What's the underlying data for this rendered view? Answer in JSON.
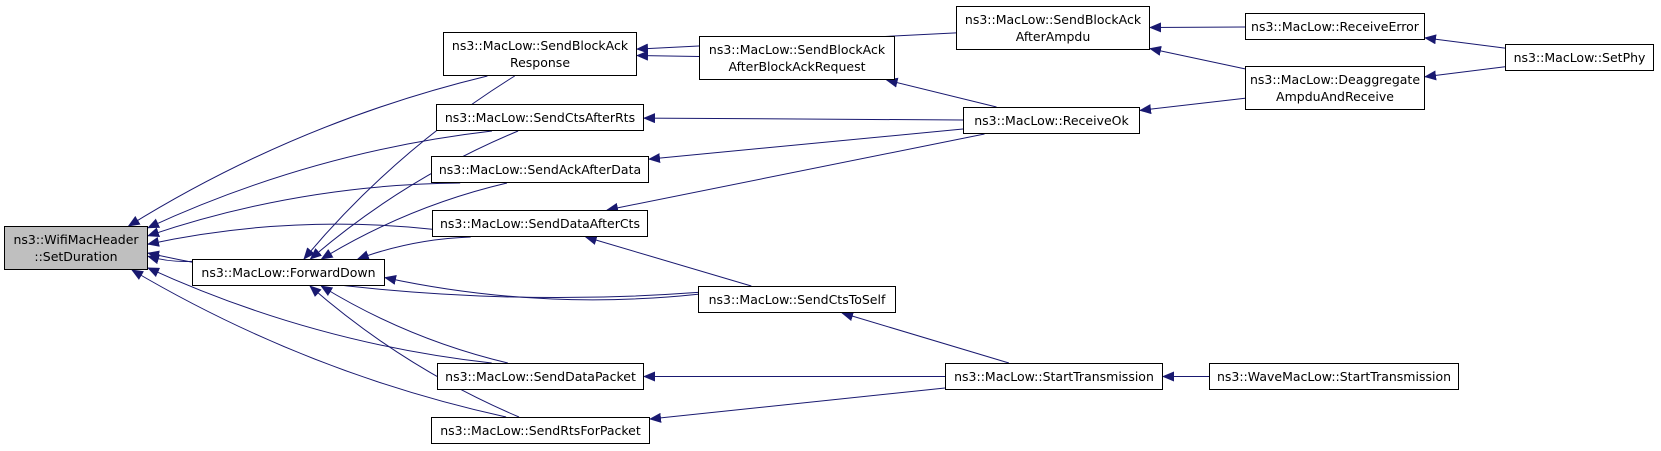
{
  "diagram": {
    "edge_color": "#191970",
    "root_fill": "#bfbfbf",
    "nodes": [
      {
        "id": "setduration",
        "label": "ns3::WifiMacHeader\n::SetDuration",
        "root": true
      },
      {
        "id": "forwarddown",
        "label": "ns3::MacLow::ForwardDown"
      },
      {
        "id": "sendblockackresponse",
        "label": "ns3::MacLow::SendBlockAck\nResponse"
      },
      {
        "id": "sendctsafterrts",
        "label": "ns3::MacLow::SendCtsAfterRts"
      },
      {
        "id": "sendackafterdata",
        "label": "ns3::MacLow::SendAckAfterData"
      },
      {
        "id": "senddataaftercts",
        "label": "ns3::MacLow::SendDataAfterCts"
      },
      {
        "id": "senddatapacket",
        "label": "ns3::MacLow::SendDataPacket"
      },
      {
        "id": "sendrtsforpacket",
        "label": "ns3::MacLow::SendRtsForPacket"
      },
      {
        "id": "sendblockackafterbar",
        "label": "ns3::MacLow::SendBlockAck\nAfterBlockAckRequest"
      },
      {
        "id": "sendctstoself",
        "label": "ns3::MacLow::SendCtsToSelf"
      },
      {
        "id": "sendblockackafterampdu",
        "label": "ns3::MacLow::SendBlockAck\nAfterAmpdu"
      },
      {
        "id": "receiveok",
        "label": "ns3::MacLow::ReceiveOk"
      },
      {
        "id": "starttransmission",
        "label": "ns3::MacLow::StartTransmission"
      },
      {
        "id": "receiveerror",
        "label": "ns3::MacLow::ReceiveError"
      },
      {
        "id": "deaggregate",
        "label": "ns3::MacLow::Deaggregate\nAmpduAndReceive"
      },
      {
        "id": "wavestarttransmission",
        "label": "ns3::WaveMacLow::StartTransmission"
      },
      {
        "id": "setphy",
        "label": "ns3::MacLow::SetPhy"
      }
    ],
    "edges": [
      {
        "from": "forwarddown",
        "to": "setduration"
      },
      {
        "from": "sendblockackresponse",
        "to": "setduration"
      },
      {
        "from": "sendctsafterrts",
        "to": "setduration"
      },
      {
        "from": "sendackafterdata",
        "to": "setduration"
      },
      {
        "from": "senddataaftercts",
        "to": "setduration"
      },
      {
        "from": "sendctstoself",
        "to": "setduration"
      },
      {
        "from": "senddatapacket",
        "to": "setduration"
      },
      {
        "from": "sendrtsforpacket",
        "to": "setduration"
      },
      {
        "from": "sendblockackresponse",
        "to": "forwarddown"
      },
      {
        "from": "sendctsafterrts",
        "to": "forwarddown"
      },
      {
        "from": "sendackafterdata",
        "to": "forwarddown"
      },
      {
        "from": "senddataaftercts",
        "to": "forwarddown"
      },
      {
        "from": "sendctstoself",
        "to": "forwarddown"
      },
      {
        "from": "senddatapacket",
        "to": "forwarddown"
      },
      {
        "from": "sendrtsforpacket",
        "to": "forwarddown"
      },
      {
        "from": "sendblockackafterampdu",
        "to": "sendblockackresponse"
      },
      {
        "from": "sendblockackafterbar",
        "to": "sendblockackresponse"
      },
      {
        "from": "receiveok",
        "to": "sendblockackafterbar"
      },
      {
        "from": "receiveok",
        "to": "sendctsafterrts"
      },
      {
        "from": "receiveok",
        "to": "sendackafterdata"
      },
      {
        "from": "receiveok",
        "to": "senddataaftercts"
      },
      {
        "from": "sendctstoself",
        "to": "senddataaftercts"
      },
      {
        "from": "starttransmission",
        "to": "sendctstoself"
      },
      {
        "from": "starttransmission",
        "to": "senddatapacket"
      },
      {
        "from": "starttransmission",
        "to": "sendrtsforpacket"
      },
      {
        "from": "receiveerror",
        "to": "sendblockackafterampdu"
      },
      {
        "from": "deaggregate",
        "to": "sendblockackafterampdu"
      },
      {
        "from": "deaggregate",
        "to": "receiveok"
      },
      {
        "from": "wavestarttransmission",
        "to": "starttransmission"
      },
      {
        "from": "setphy",
        "to": "receiveerror"
      },
      {
        "from": "setphy",
        "to": "deaggregate"
      }
    ]
  }
}
